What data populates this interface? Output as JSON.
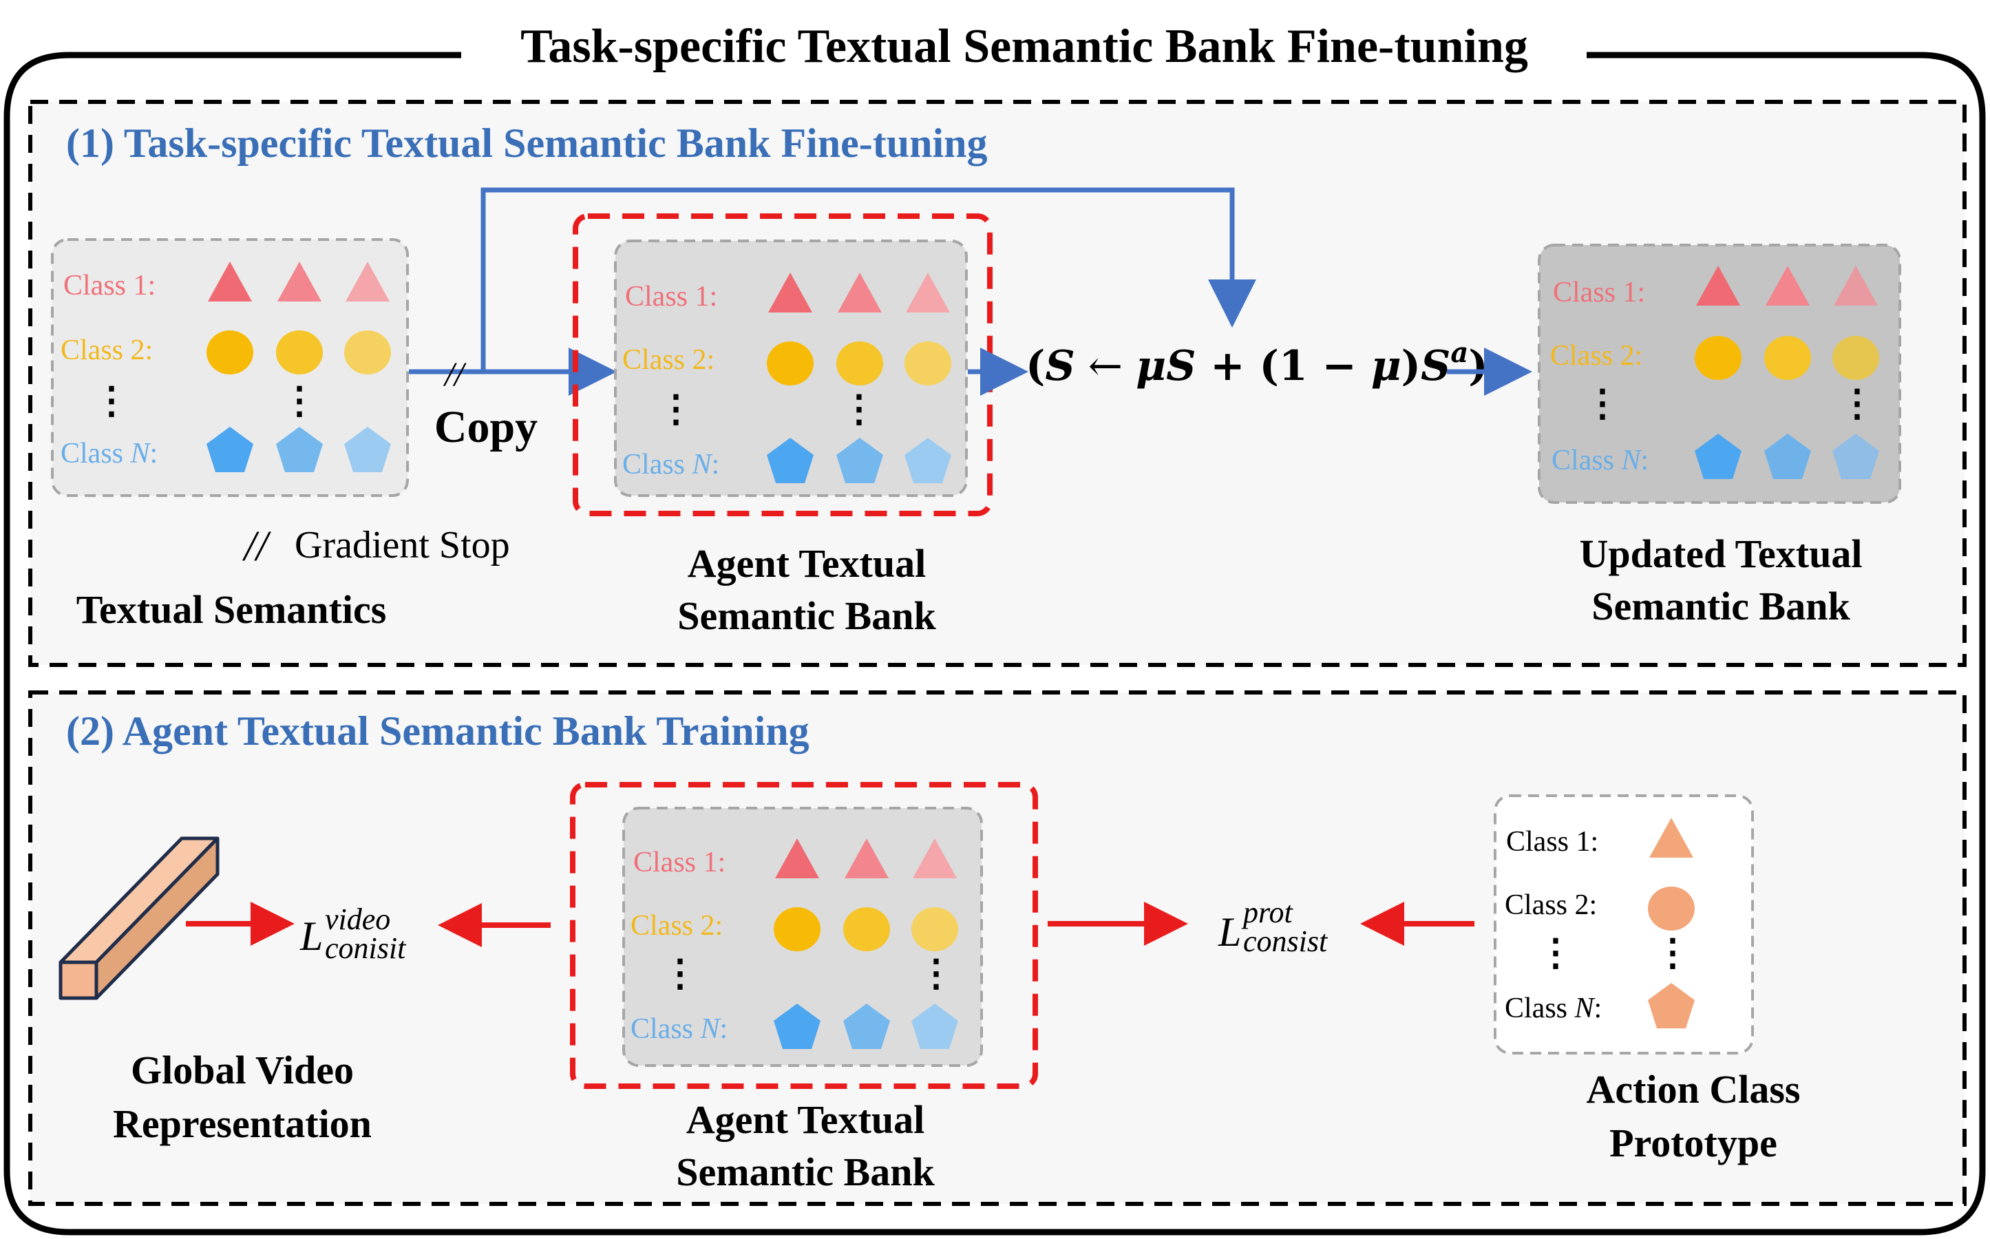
{
  "title": "Task-specific Textual Semantic Bank Fine-tuning",
  "colors": {
    "heading": "#3a6fb7",
    "arrow_blue": "#4472c4",
    "arrow_red": "#e81c1c",
    "panel_bg": "#f7f7f7",
    "class1": "#f0707a",
    "class2": "#f2b81e",
    "classN": "#6aaee8",
    "prototype": "#f3a67a",
    "bank_gray": "#dcdcdc",
    "bank_dark": "#c4c4c4"
  },
  "section1": {
    "heading": "(1) Task-specific Textual Semantic Bank Fine-tuning",
    "textual_semantics": {
      "caption": "Textual Semantics",
      "class1": "Class 1:",
      "class2": "Class 2:",
      "classN_prefix": "Class ",
      "classN_var": "N",
      "classN_suffix": ":"
    },
    "copy_label": "Copy",
    "stop_mark": "//",
    "legend_mark": "//",
    "legend_text": "Gradient Stop",
    "agent_bank": {
      "caption_line1": "Agent Textual",
      "caption_line2": "Semantic Bank",
      "class1": "Class 1:",
      "class2": "Class 2:",
      "classN_prefix": "Class ",
      "classN_var": "N",
      "classN_suffix": ":"
    },
    "formula": {
      "open": "(",
      "s1": "S",
      "arrow": " ← ",
      "mu1": "μ",
      "s2": "S",
      "plus": " + (",
      "one": "1",
      "minus": " − ",
      "mu2": "μ",
      "close_paren": ")",
      "s3": "S",
      "sup": "a",
      "close": ")"
    },
    "updated_bank": {
      "caption_line1": "Updated Textual",
      "caption_line2": "Semantic Bank",
      "class1": "Class 1:",
      "class2": "Class 2:",
      "classN_prefix": "Class ",
      "classN_var": "N",
      "classN_suffix": ":"
    }
  },
  "section2": {
    "heading": "(2) Agent Textual Semantic Bank Training",
    "global_video": {
      "caption_line1": "Global Video",
      "caption_line2": "Representation"
    },
    "loss_video": {
      "base": "L",
      "sup": "video",
      "sub": "conisit"
    },
    "agent_bank": {
      "caption_line1": "Agent Textual",
      "caption_line2": "Semantic Bank",
      "class1": "Class 1:",
      "class2": "Class 2:",
      "classN_prefix": "Class ",
      "classN_var": "N",
      "classN_suffix": ":"
    },
    "loss_prot": {
      "base": "L",
      "sup": "prot",
      "sub": "consist"
    },
    "prototype": {
      "caption_line1": "Action Class",
      "caption_line2": "Prototype",
      "class1": "Class 1:",
      "class2": "Class 2:",
      "classN_prefix": "Class ",
      "classN_var": "N",
      "classN_suffix": ":"
    }
  }
}
